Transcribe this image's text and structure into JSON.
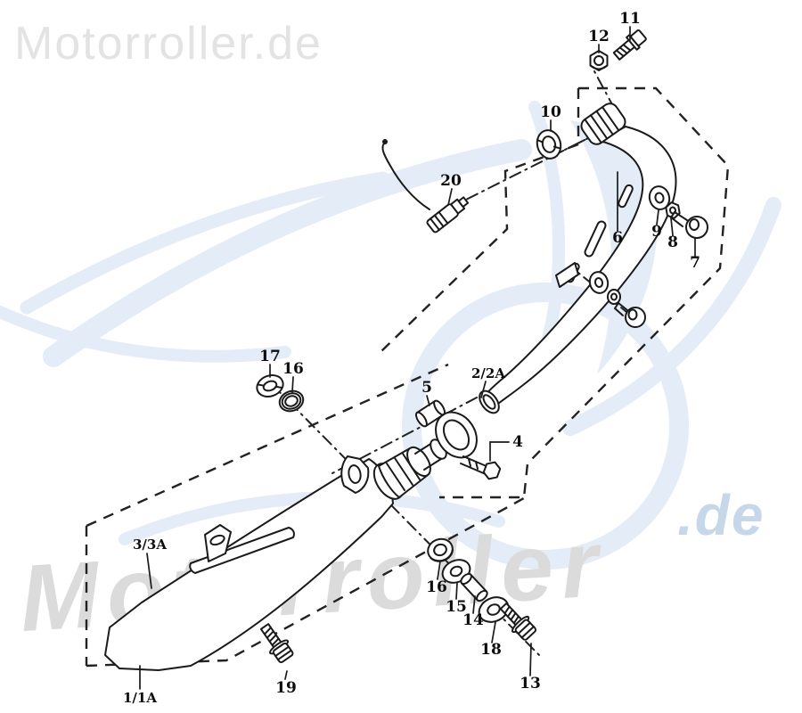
{
  "watermark": {
    "header_logo": "Motorroller.de",
    "big_text": "Motorroller",
    "suffix": ".de"
  },
  "colors": {
    "line_ink": "#1a1a1a",
    "watermark_gray": "#dbdbdb",
    "watermark_blue": "#c6d7ea",
    "swoosh_blue": "#e4ecf7"
  },
  "parts": [
    {
      "id": "part-11",
      "label": "11"
    },
    {
      "id": "part-12",
      "label": "12"
    },
    {
      "id": "part-10",
      "label": "10"
    },
    {
      "id": "part-20",
      "label": "20"
    },
    {
      "id": "part-6",
      "label": "6"
    },
    {
      "id": "part-9",
      "label": "9"
    },
    {
      "id": "part-8",
      "label": "8"
    },
    {
      "id": "part-7",
      "label": "7"
    },
    {
      "id": "part-2-2a",
      "label": "2/2A"
    },
    {
      "id": "part-5",
      "label": "5"
    },
    {
      "id": "part-4",
      "label": "4"
    },
    {
      "id": "part-17",
      "label": "17"
    },
    {
      "id": "part-16-upper",
      "label": "16"
    },
    {
      "id": "part-3-3a",
      "label": "3/3A"
    },
    {
      "id": "part-1-1a",
      "label": "1/1A"
    },
    {
      "id": "part-19",
      "label": "19"
    },
    {
      "id": "part-16-lower",
      "label": "16"
    },
    {
      "id": "part-15",
      "label": "15"
    },
    {
      "id": "part-14",
      "label": "14"
    },
    {
      "id": "part-18",
      "label": "18"
    },
    {
      "id": "part-13",
      "label": "13"
    }
  ]
}
